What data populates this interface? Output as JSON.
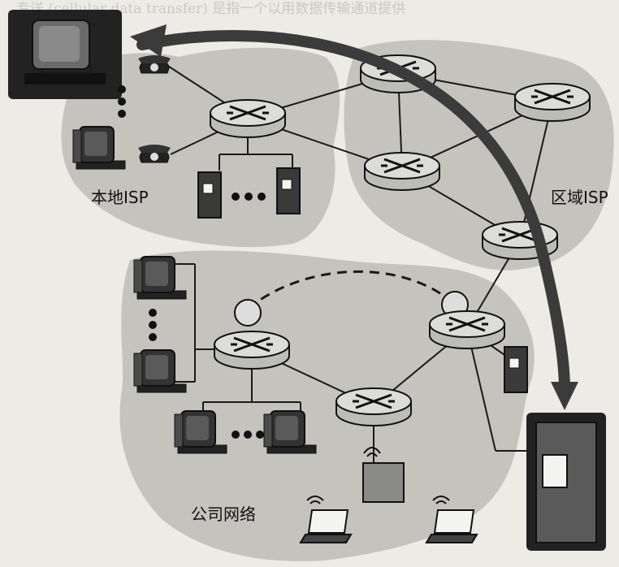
{
  "labels": {
    "local_isp": "本地ISP",
    "regional_isp": "区域ISP",
    "corporate_network": "公司网络"
  },
  "background_text": {
    "top_line": "专送 (cellular data transfer) 是指一个以用数据传输通道提供"
  },
  "colors": {
    "page": "#ecebe6",
    "cloud": "#c4c3be",
    "router": "#d8d8d4",
    "arrow": "#3b3b3b",
    "line": "#1a1a1a"
  }
}
